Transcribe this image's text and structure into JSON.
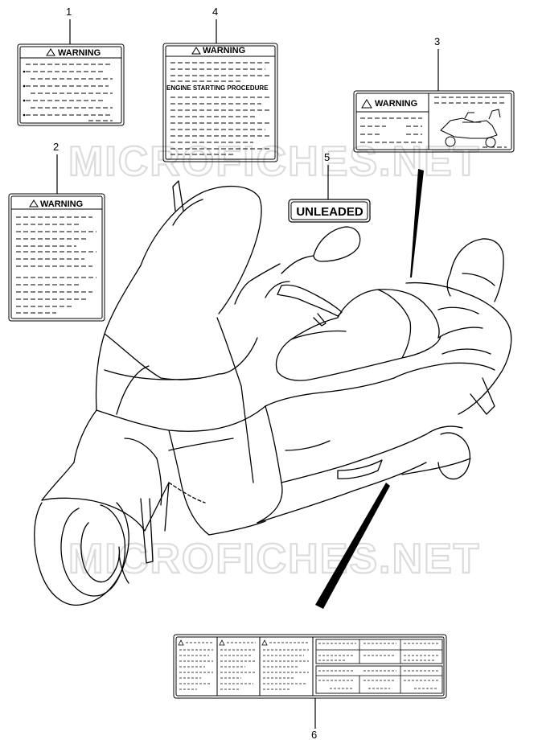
{
  "watermark": "MICROFICHES.NET",
  "callouts": [
    "1",
    "2",
    "3",
    "4",
    "5",
    "6"
  ],
  "labels": {
    "warning_1": "WARNING",
    "warning_2": "WARNING",
    "warning_3": "WARNING",
    "warning_4": "WARNING",
    "engine_procedure": "ENGINE STARTING PROCEDURE",
    "unleaded": "UNLEADED"
  },
  "icons": [
    "warning-triangle-icon",
    "scooter-icon"
  ]
}
